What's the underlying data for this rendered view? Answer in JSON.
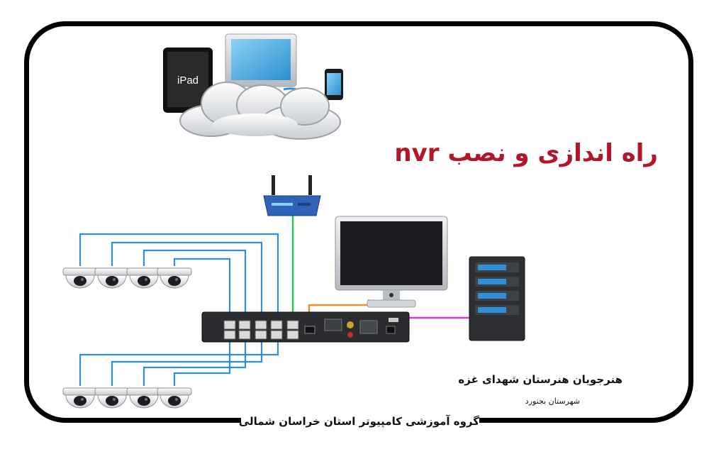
{
  "title": "راه اندازی و نصب nvr",
  "school_name": "هنرجویان هنرستان شهدای غزه",
  "city": "شهرستان بجنورد",
  "department": "گروه  آموزشی کامپیوتر استان خراسان شمالی",
  "device_labels": {
    "tablet": "iPad"
  },
  "colors": {
    "title": "#b1172a",
    "camera_cable": "#2f8fd8",
    "router_cable": "#33c24a",
    "monitor_cable": "#f08a2c",
    "storage_cable": "#d43ad0",
    "router_body": "#2f63b8"
  },
  "nodes": [
    {
      "id": "cloud",
      "icon": "cloud-icon"
    },
    {
      "id": "tablet",
      "icon": "tablet-icon"
    },
    {
      "id": "desktop",
      "icon": "desktop-computer-icon"
    },
    {
      "id": "phone",
      "icon": "smartphone-icon"
    },
    {
      "id": "router",
      "icon": "wifi-router-icon"
    },
    {
      "id": "nvr",
      "icon": "nvr-recorder-icon"
    },
    {
      "id": "monitor",
      "icon": "monitor-icon"
    },
    {
      "id": "storage",
      "icon": "storage-server-icon"
    },
    {
      "id": "cameras_top",
      "icon": "dome-camera-icon",
      "count": 4
    },
    {
      "id": "cameras_bottom",
      "icon": "dome-camera-icon",
      "count": 4
    }
  ],
  "edges": [
    {
      "from": "router",
      "to": "nvr",
      "color": "router_cable"
    },
    {
      "from": "monitor",
      "to": "nvr",
      "color": "monitor_cable"
    },
    {
      "from": "storage",
      "to": "nvr",
      "color": "storage_cable"
    },
    {
      "from": "cameras_top",
      "to": "nvr",
      "color": "camera_cable"
    },
    {
      "from": "cameras_bottom",
      "to": "nvr",
      "color": "camera_cable"
    }
  ]
}
